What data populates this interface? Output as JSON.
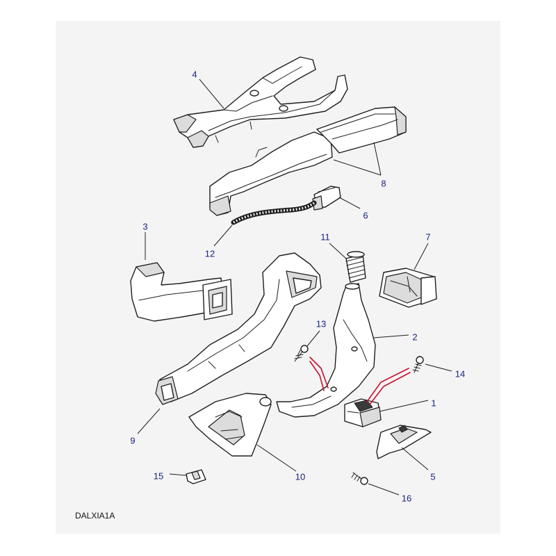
{
  "diagram": {
    "reference_code": "DALXIA1A",
    "accent_color": "#1a2380",
    "highlight_color": "#c8102e",
    "callouts": [
      {
        "id": "1",
        "label": "1"
      },
      {
        "id": "2",
        "label": "2"
      },
      {
        "id": "3",
        "label": "3"
      },
      {
        "id": "4",
        "label": "4"
      },
      {
        "id": "5",
        "label": "5"
      },
      {
        "id": "6",
        "label": "6"
      },
      {
        "id": "7",
        "label": "7"
      },
      {
        "id": "8",
        "label": "8"
      },
      {
        "id": "9",
        "label": "9"
      },
      {
        "id": "10",
        "label": "10"
      },
      {
        "id": "11",
        "label": "11"
      },
      {
        "id": "12",
        "label": "12"
      },
      {
        "id": "13",
        "label": "13"
      },
      {
        "id": "14",
        "label": "14"
      },
      {
        "id": "15",
        "label": "15"
      },
      {
        "id": "16",
        "label": "16"
      }
    ]
  }
}
